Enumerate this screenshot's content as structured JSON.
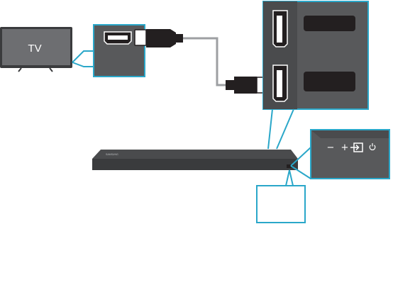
{
  "tv": {
    "label": "TV"
  },
  "soundbar": {
    "logo": "SAMSUNG"
  },
  "panel": {
    "buttons": [
      {
        "name": "volume-down-button",
        "glyph": "−"
      },
      {
        "name": "volume-up-button",
        "glyph": "+"
      },
      {
        "name": "source-icon",
        "glyph": "⇥"
      },
      {
        "name": "power-button",
        "glyph": "⏻"
      }
    ]
  },
  "colors": {
    "callout": "#2aa7c9",
    "device": "#58595b",
    "device_dark": "#3a3b3d",
    "port": "#231f20",
    "cable": "#9d9fa2"
  }
}
